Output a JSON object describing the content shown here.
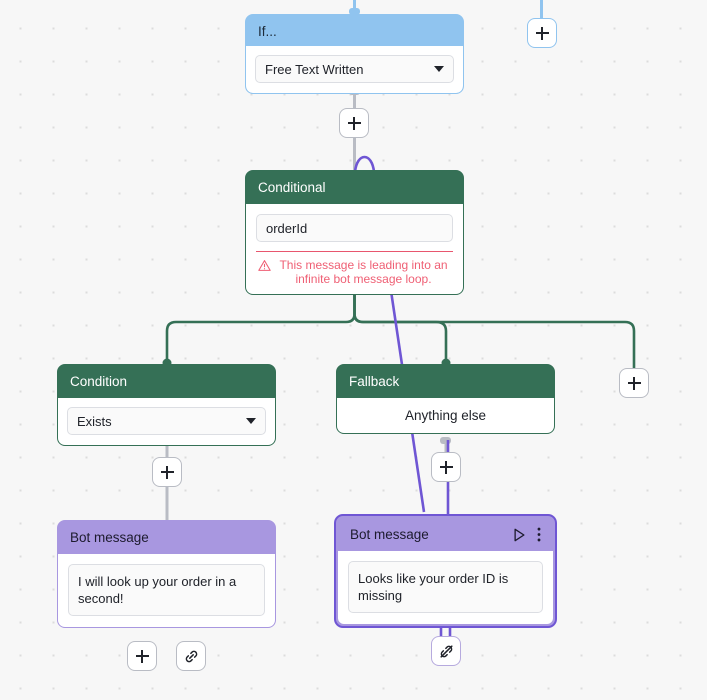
{
  "canvas": {
    "background_color": "#f7f7f7",
    "grid_dot_color": "#dcdcdc"
  },
  "colors": {
    "blue_node": "#90c4ef",
    "green_node": "#357056",
    "purple_node": "#a897e0",
    "selected_border": "#6f56d4",
    "warning_red": "#ef5f74",
    "green_edge": "#357056",
    "purple_edge": "#6f56d4",
    "gray_edge": "#b9bcc4",
    "blue_edge": "#90c4ef"
  },
  "nodes": {
    "if_node": {
      "title": "If...",
      "select_value": "Free Text Written"
    },
    "conditional_node": {
      "title": "Conditional",
      "field_value": "orderId",
      "warning_text": "This message is leading into an infinite bot message loop.",
      "warning_icon": "warning-triangle-icon"
    },
    "condition_node": {
      "title": "Condition",
      "select_value": "Exists"
    },
    "fallback_node": {
      "title": "Fallback",
      "body_text": "Anything else"
    },
    "bot_message_left": {
      "title": "Bot message",
      "message": "I will look up your order in a second!"
    },
    "bot_message_right": {
      "title": "Bot message",
      "message": "Looks like your order ID is missing",
      "selected": true,
      "play_icon": "play-icon",
      "menu_icon": "more-vertical-icon"
    }
  },
  "buttons": {
    "add_after_if": {
      "icon": "plus-icon",
      "label": "+"
    },
    "add_top_right": {
      "icon": "plus-icon",
      "label": "+"
    },
    "add_after_condition": {
      "icon": "plus-icon",
      "label": "+"
    },
    "add_after_fallback": {
      "icon": "plus-icon",
      "label": "+"
    },
    "add_branch_right": {
      "icon": "plus-icon",
      "label": "+"
    },
    "add_after_bot_left": {
      "icon": "plus-icon",
      "label": "+"
    },
    "link_bot_left": {
      "icon": "link-icon"
    },
    "unlink_bot_right": {
      "icon": "unlink-icon"
    }
  }
}
